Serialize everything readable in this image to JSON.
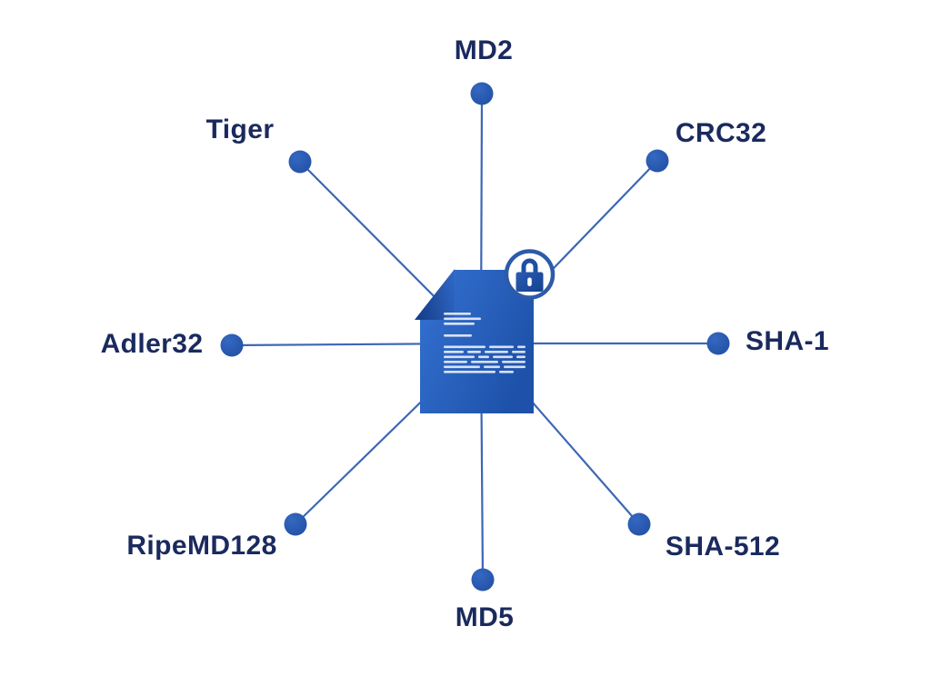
{
  "diagram": {
    "type": "radial-spoke",
    "center_icon": "secured-document-with-lock",
    "nodes": [
      {
        "id": "md2",
        "label": "MD2",
        "position": "top"
      },
      {
        "id": "crc32",
        "label": "CRC32",
        "position": "top-right"
      },
      {
        "id": "sha1",
        "label": "SHA-1",
        "position": "right"
      },
      {
        "id": "sha512",
        "label": "SHA-512",
        "position": "bottom-right"
      },
      {
        "id": "md5",
        "label": "MD5",
        "position": "bottom"
      },
      {
        "id": "ripemd128",
        "label": "RipeMD128",
        "position": "bottom-left"
      },
      {
        "id": "adler32",
        "label": "Adler32",
        "position": "left"
      },
      {
        "id": "tiger",
        "label": "Tiger",
        "position": "top-left"
      }
    ]
  },
  "colors": {
    "background": "#ffffff",
    "label": "#1a2a5e",
    "line": "#3c67b5",
    "dot_light": "#3568c2",
    "dot_dark": "#1f4d9f",
    "doc_light": "#3572d3",
    "doc_dark": "#1e52aa",
    "flap_dark": "#173f8c",
    "flap_light": "#2f67c4",
    "lock": "#1e4fa4",
    "lock_ring": "#2d5ba8",
    "doc_text": "#ffffff"
  }
}
